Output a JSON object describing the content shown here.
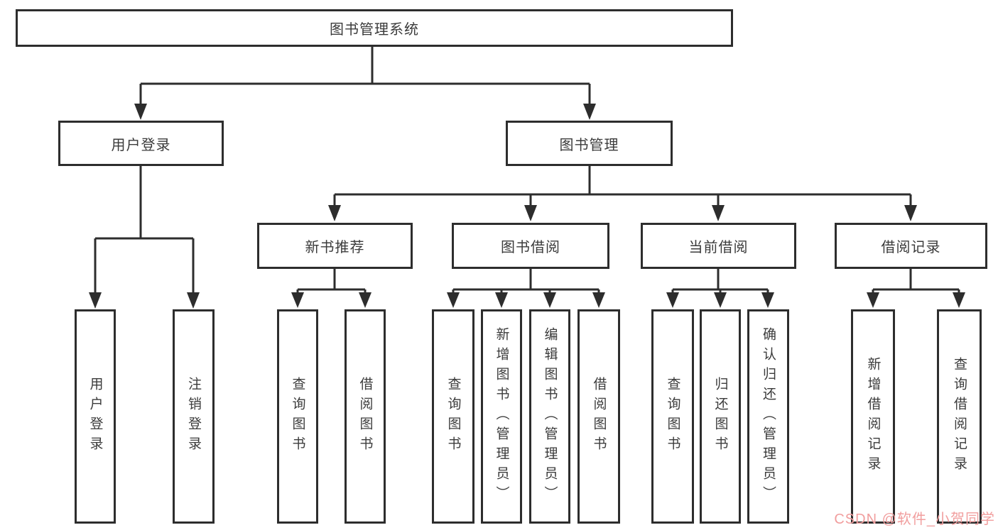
{
  "tree": {
    "root": {
      "label": "图书管理系统"
    },
    "branches": [
      {
        "label": "用户登录",
        "children": [
          "用户登录",
          "注销登录"
        ]
      },
      {
        "label": "图书管理",
        "groups": [
          {
            "label": "新书推荐",
            "children": [
              "查询图书",
              "借阅图书"
            ]
          },
          {
            "label": "图书借阅",
            "children": [
              "查询图书",
              "新增图书（管理员）",
              "编辑图书（管理员）",
              "借阅图书"
            ]
          },
          {
            "label": "当前借阅",
            "children": [
              "查询图书",
              "归还图书",
              "确认归还（管理员）"
            ]
          },
          {
            "label": "借阅记录",
            "children": [
              "新增借阅记录",
              "查询借阅记录"
            ]
          }
        ]
      }
    ]
  },
  "watermark": {
    "text": "CSDN @软件_小贺同学",
    "color": "#f19e9e"
  },
  "colors": {
    "line": "#2d2d2d",
    "box_border": "#2d2d2d",
    "text": "#3b3b3b",
    "background": "#ffffff"
  }
}
